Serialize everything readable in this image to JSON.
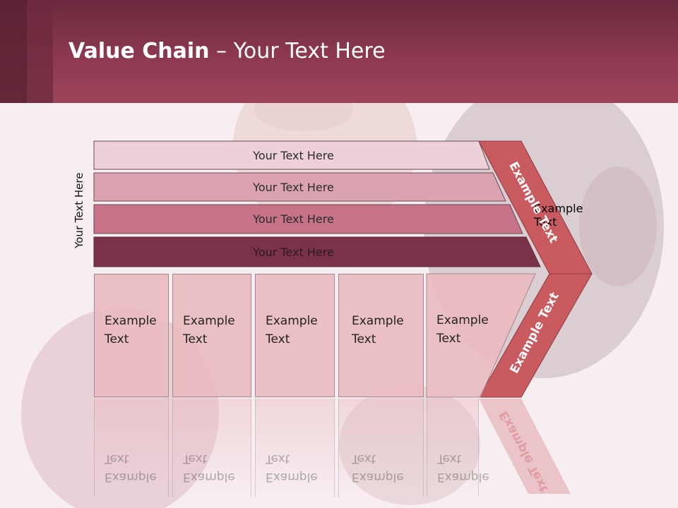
{
  "title": {
    "bold": "Value Chain",
    "rest": " – Your Text Here"
  },
  "side_label": "Your Text Here",
  "bars": [
    {
      "label": "Your Text Here"
    },
    {
      "label": "Your Text Here"
    },
    {
      "label": "Your Text Here"
    },
    {
      "label": "Your Text Here"
    }
  ],
  "columns": [
    {
      "line1": "Example",
      "line2": "Text"
    },
    {
      "line1": "Example",
      "line2": "Text"
    },
    {
      "line1": "Example",
      "line2": "Text"
    },
    {
      "line1": "Example",
      "line2": "Text"
    },
    {
      "line1": "Example",
      "line2": "Text"
    }
  ],
  "chevron": {
    "upper": "Example Text",
    "lower": "Example Text"
  },
  "colors": {
    "header": "#8f3a52",
    "bar1": "#eed0d8",
    "bar2": "#dba3b0",
    "bar3": "#c67388",
    "bar4": "#7a3248",
    "chevron": "#c95a5f",
    "column": "#e9b9be"
  }
}
